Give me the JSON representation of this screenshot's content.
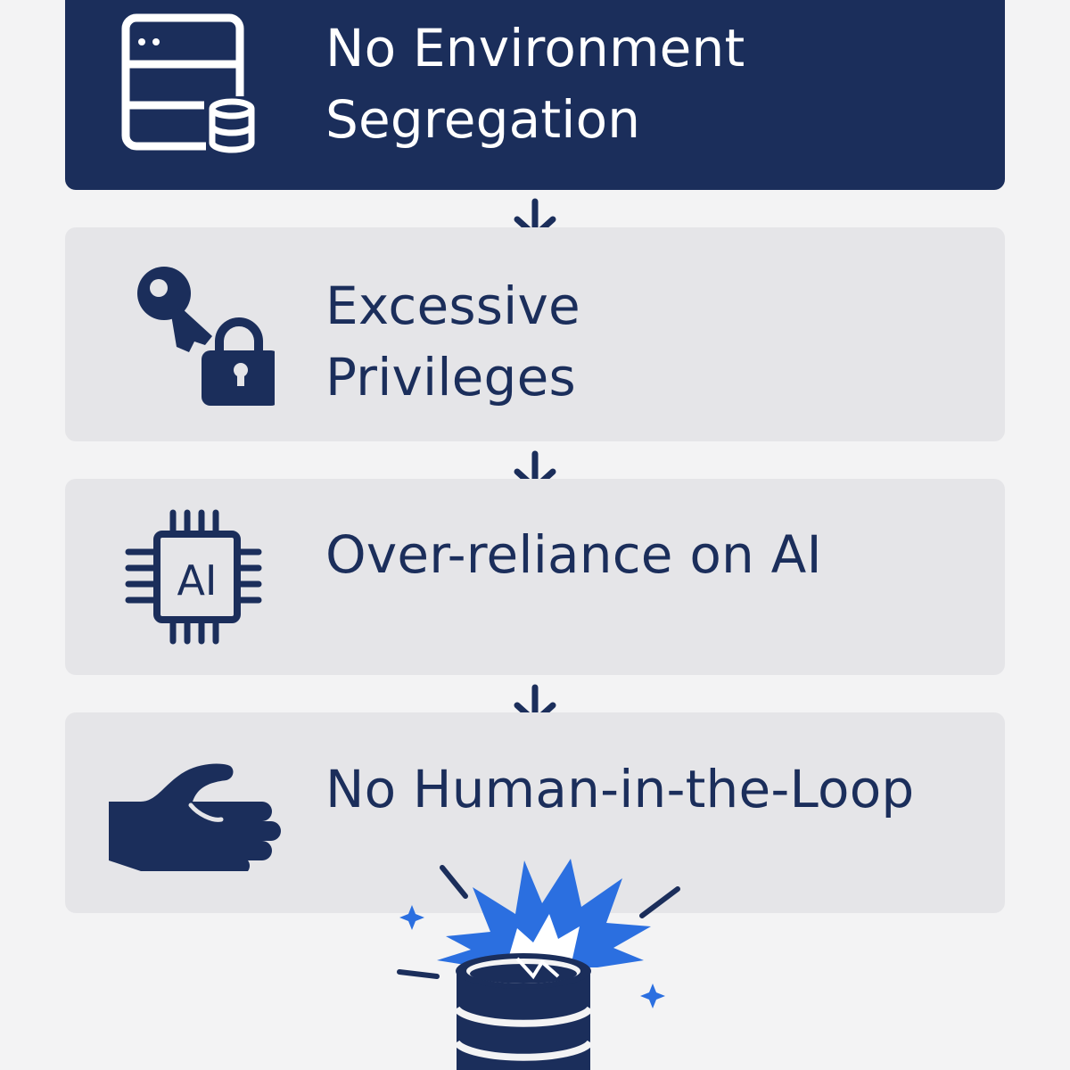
{
  "steps": [
    {
      "line1": "No Environment",
      "line2": "Segregation",
      "icon": "server-database-icon",
      "active": true
    },
    {
      "line1": "Excessive",
      "line2": "Privileges",
      "icon": "key-lock-icon",
      "active": false
    },
    {
      "line1": "Over-reliance on AI",
      "line2": "",
      "icon": "ai-chip-icon",
      "active": false,
      "icon_text": "AI"
    },
    {
      "line1": "No Human-in-the-Loop",
      "line2": "",
      "icon": "hand-icon",
      "active": false
    }
  ],
  "outcome_icon": "broken-database-explosion-icon",
  "colors": {
    "navy": "#1b2e5b",
    "panel": "#e5e5e8",
    "background": "#f3f3f4",
    "accent_blue": "#2b6fe0"
  }
}
